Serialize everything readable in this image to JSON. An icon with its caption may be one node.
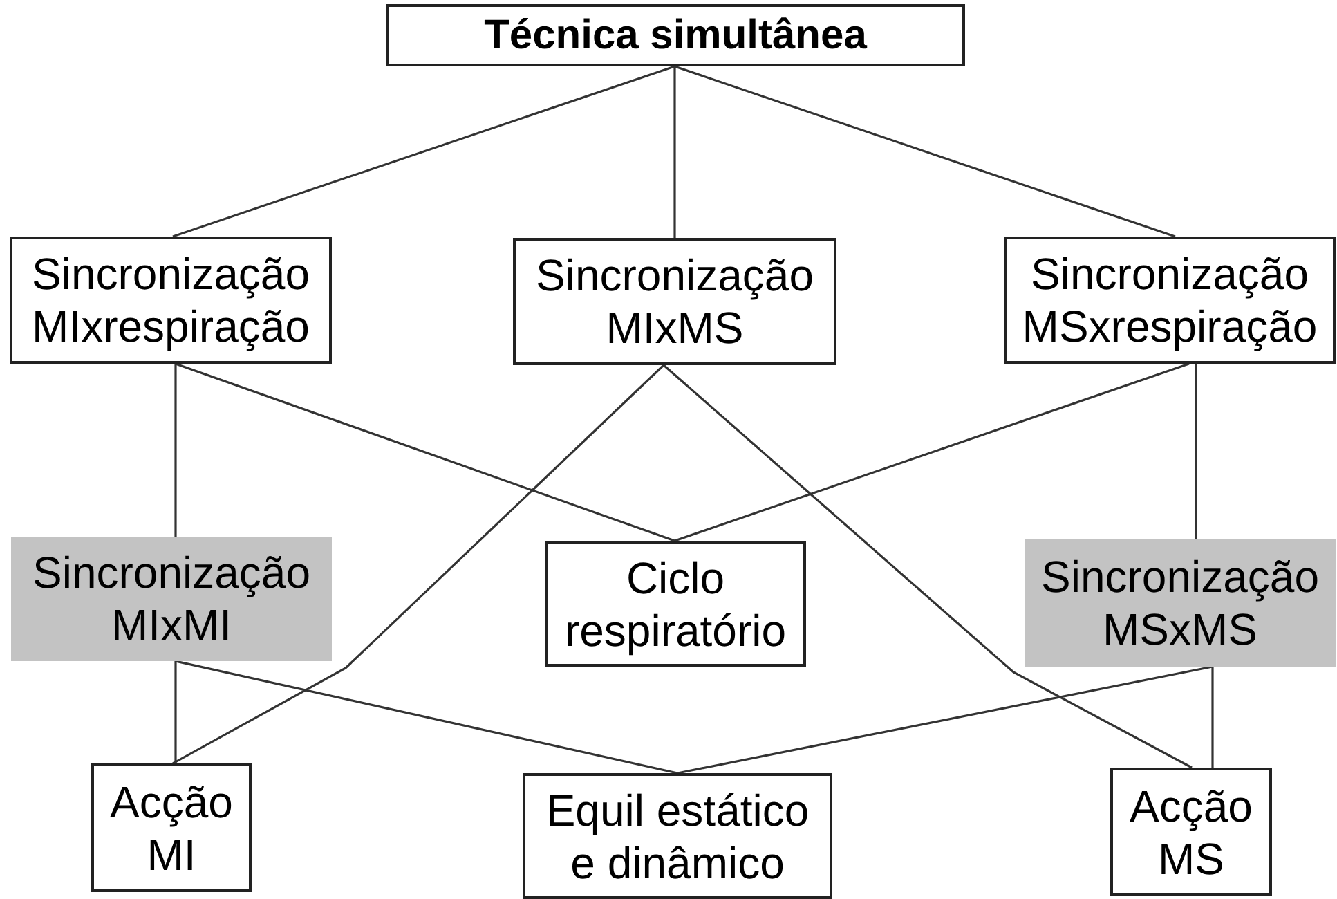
{
  "diagram": {
    "nodes": [
      {
        "text": [
          "Técnica simultânea"
        ]
      },
      {
        "text": [
          "Sincronização MIxrespiração"
        ]
      },
      {
        "text": [
          "Sincronização MIxMS"
        ]
      },
      {
        "text": [
          "Sincronização MSxrespiração"
        ]
      },
      {
        "text": [
          "Sincronização MIxMI"
        ]
      },
      {
        "text": [
          "Ciclo respiratório"
        ]
      },
      {
        "text": [
          "Sincronização MSxMS"
        ]
      },
      {
        "text": [
          "Acção MI"
        ]
      },
      {
        "text": [
          "Equil estático e dinâmico"
        ]
      },
      {
        "text": [
          "Acção MS"
        ]
      }
    ],
    "edges": [
      {
        "from": 0,
        "to": 1,
        "arrow": "none"
      },
      {
        "from": 0,
        "to": 2,
        "arrow": "none"
      },
      {
        "from": 0,
        "to": 3,
        "arrow": "none"
      },
      {
        "from": 1,
        "to": 4,
        "arrow": "none"
      },
      {
        "from": 1,
        "to": 5,
        "arrow": "none"
      },
      {
        "from": 2,
        "to": 7,
        "arrow": "none"
      },
      {
        "from": 2,
        "to": 9,
        "arrow": "none"
      },
      {
        "from": 3,
        "to": 5,
        "arrow": "none"
      },
      {
        "from": 3,
        "to": 6,
        "arrow": "none"
      },
      {
        "from": 4,
        "to": 7,
        "arrow": "none"
      },
      {
        "from": 4,
        "to": 8,
        "arrow": "none"
      },
      {
        "from": 6,
        "to": 9,
        "arrow": "none"
      },
      {
        "from": 6,
        "to": 8,
        "arrow": "none"
      }
    ]
  }
}
